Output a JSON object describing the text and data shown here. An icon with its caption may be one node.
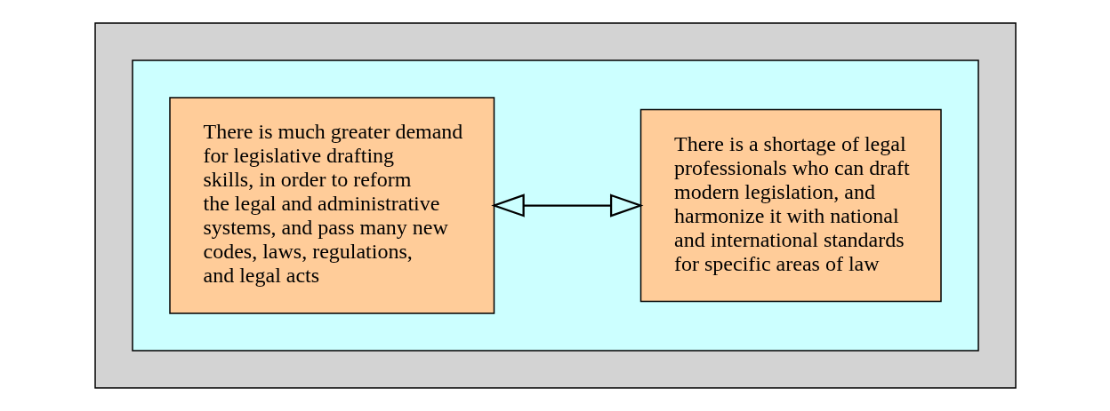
{
  "diagram": {
    "nodes": [
      {
        "text": [],
        "shape": "box"
      },
      {
        "text": [],
        "shape": "box",
        "in": 0
      },
      {
        "text": [
          "There is much greater demand for legislative drafting skills, in order to reform the legal and administrative systems, and pass many new codes, laws, regulations, and legal acts"
        ],
        "in": 1
      },
      {
        "text": [
          "There is a shortage of legal professionals who can draft modern legislation, and harmonize it with national and international standards for specific areas of law"
        ],
        "in": 1
      }
    ],
    "edges": [
      {
        "from": 2,
        "to": 3,
        "arrow": "both"
      }
    ]
  }
}
